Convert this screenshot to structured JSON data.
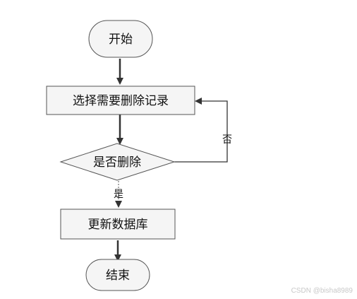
{
  "flowchart": {
    "nodes": {
      "start": {
        "label": "开始",
        "shape": "rounded"
      },
      "select": {
        "label": "选择需要删除记录",
        "shape": "process"
      },
      "decision": {
        "label": "是否删除",
        "shape": "decision"
      },
      "update": {
        "label": "更新数据库",
        "shape": "process"
      },
      "end": {
        "label": "结束",
        "shape": "rounded"
      }
    },
    "edges": [
      {
        "from": "start",
        "to": "select",
        "label": ""
      },
      {
        "from": "select",
        "to": "decision",
        "label": ""
      },
      {
        "from": "decision",
        "to": "update",
        "label": "是"
      },
      {
        "from": "decision",
        "to": "select",
        "label": "否"
      },
      {
        "from": "update",
        "to": "end",
        "label": ""
      }
    ],
    "colors": {
      "stroke": "#555555",
      "fill": "#f5f5f5",
      "arrow": "#333333"
    }
  },
  "watermark": "CSDN @bisha8989"
}
